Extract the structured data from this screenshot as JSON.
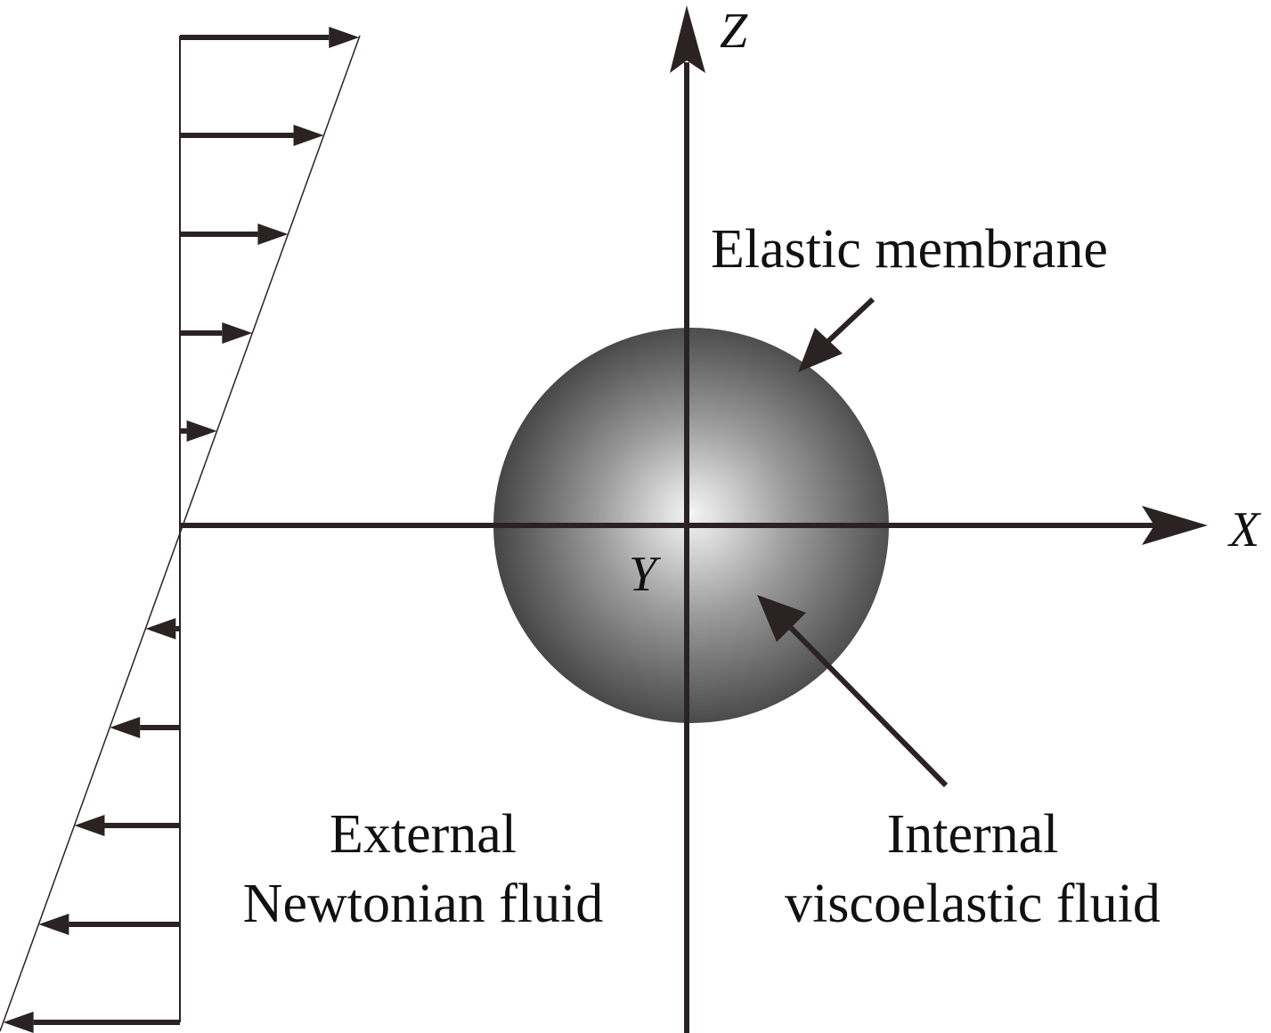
{
  "colors": {
    "ink": "#2b2224",
    "sphere_highlight": "#f2f2f2",
    "sphere_mid": "#8a8a8a",
    "sphere_edge": "#3a3a3a",
    "background": "#ffffff"
  },
  "axes": {
    "x_label": "X",
    "y_label": "Y",
    "z_label": "Z"
  },
  "labels": {
    "membrane": "Elastic membrane",
    "external_line1": "External",
    "external_line2": "Newtonian fluid",
    "internal_line1": "Internal",
    "internal_line2": "viscoelastic fluid"
  },
  "shear_profile": {
    "description_arrows": "linear shear flow",
    "arrow_count_upper": 5,
    "arrow_count_lower": 5
  }
}
